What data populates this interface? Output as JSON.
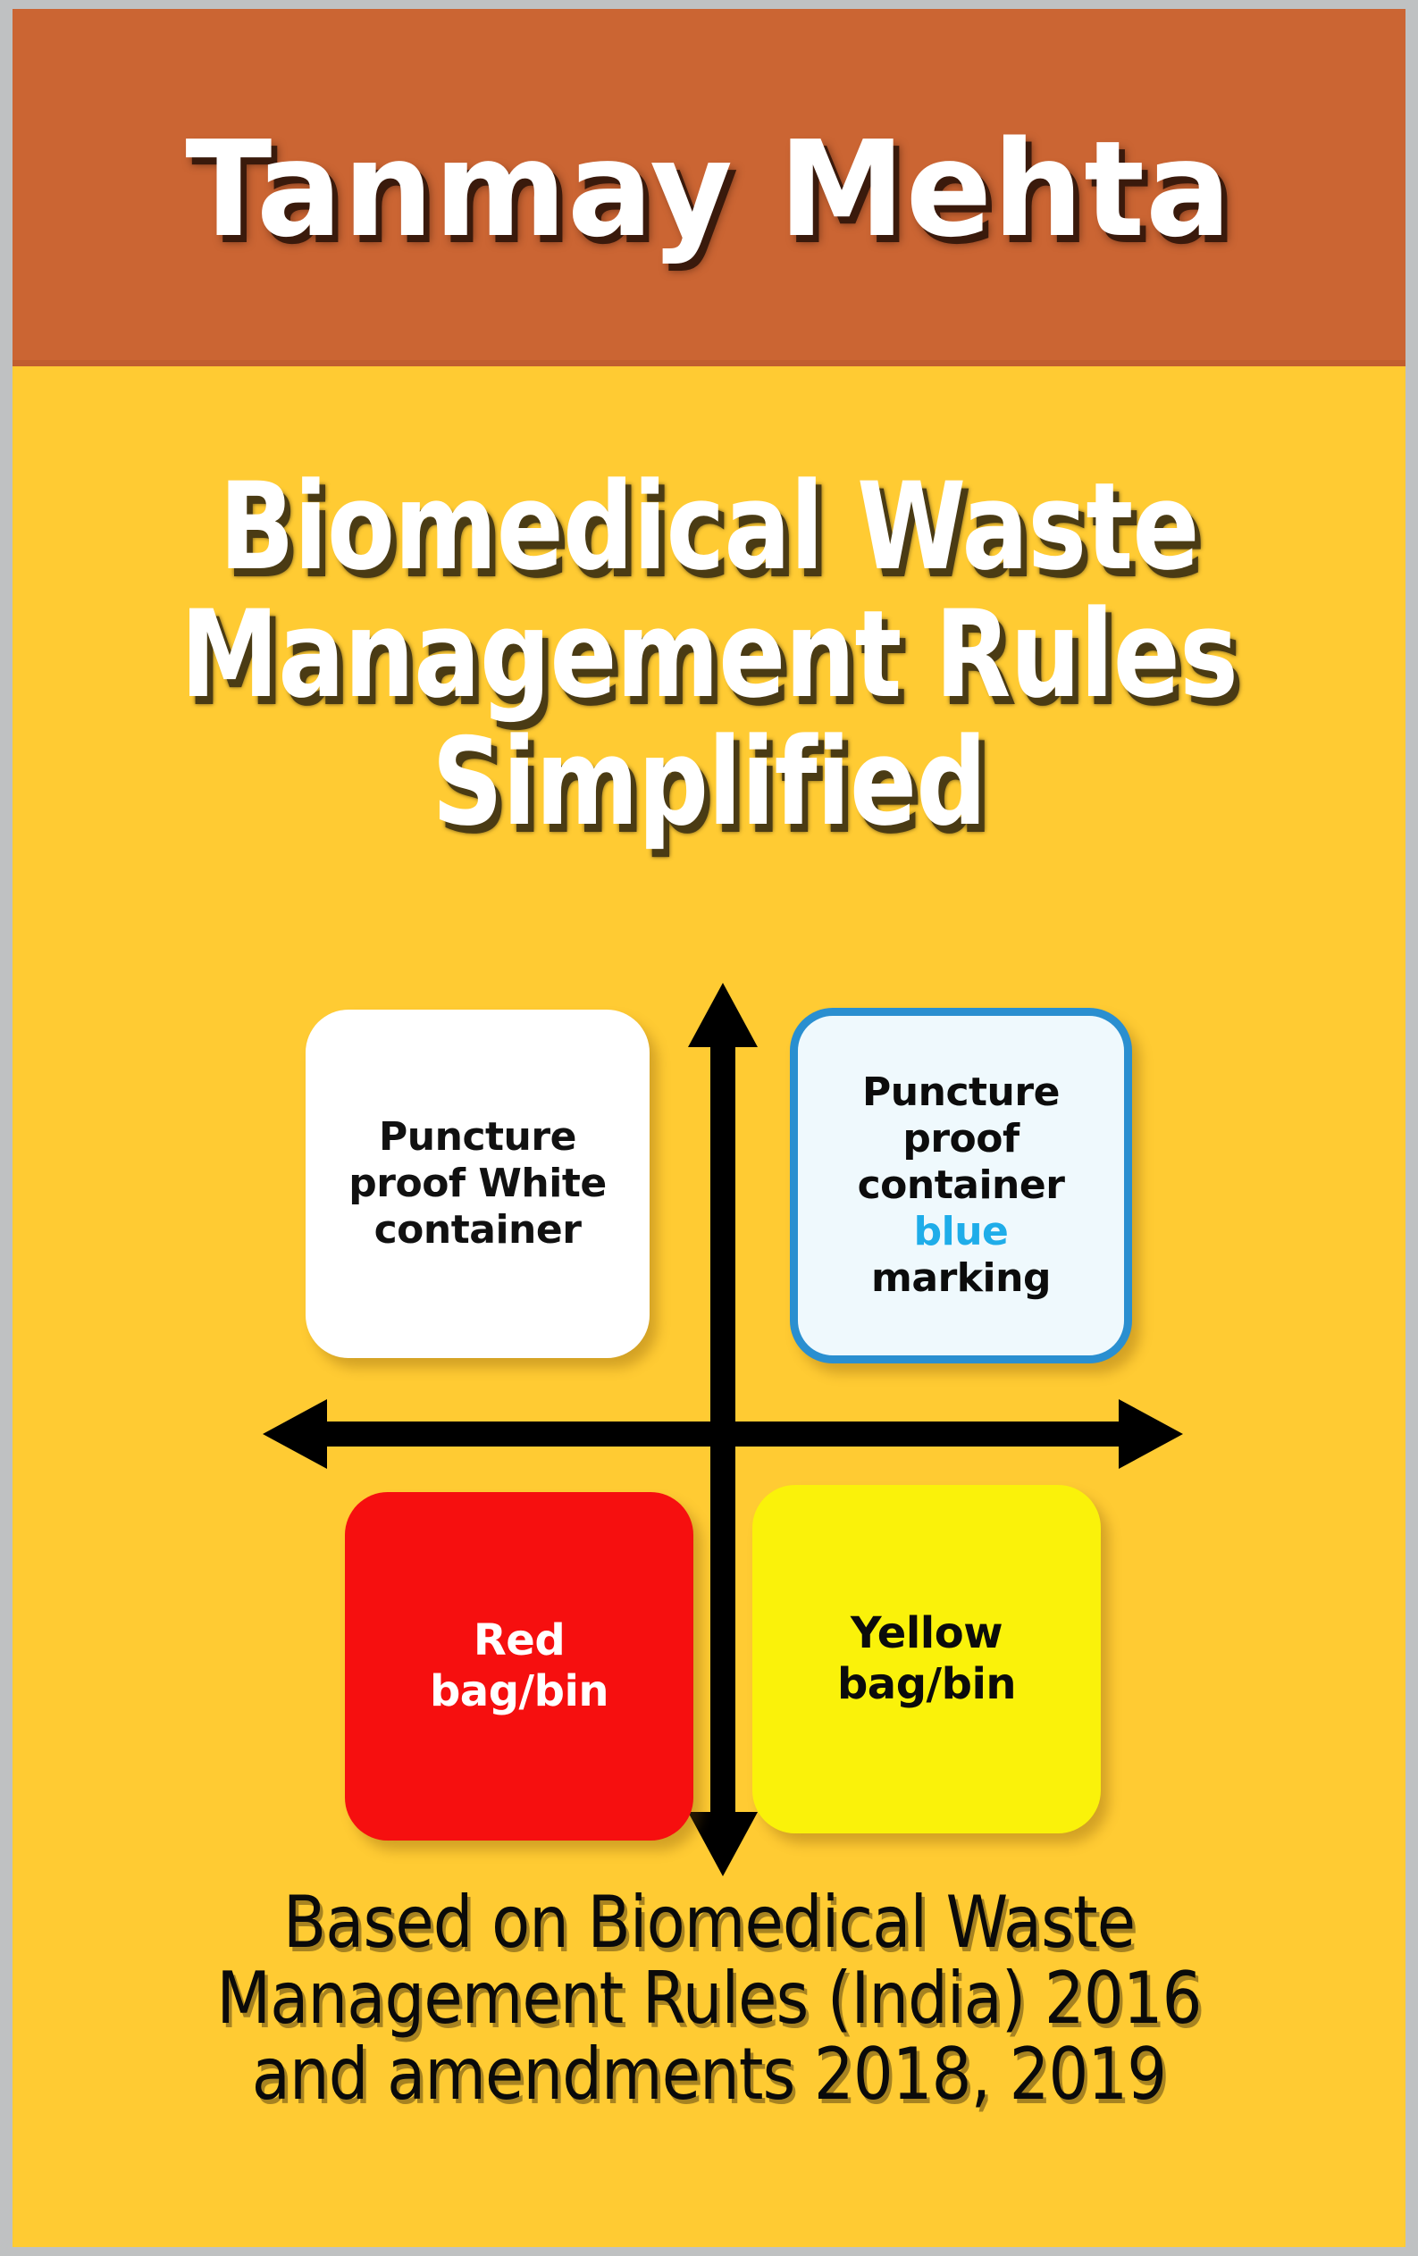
{
  "cover": {
    "frame_color": "#bfc1c2",
    "background_color": "#ffcb33",
    "banner_color": "#cb6533"
  },
  "author": {
    "name": "Tanmay Mehta"
  },
  "title": {
    "lines": [
      "Biomedical Waste",
      "Management Rules",
      "Simplified"
    ]
  },
  "diagram": {
    "axis": {
      "vertical_arrow": "double-headed-vertical-arrow",
      "horizontal_arrow": "double-headed-horizontal-arrow",
      "color": "#000000"
    },
    "quadrants": [
      {
        "position": "top-left",
        "fill": "#ffffff",
        "text_color": "#111111",
        "lines": [
          "Puncture",
          "proof White",
          "container"
        ]
      },
      {
        "position": "top-right",
        "fill": "#eff9fd",
        "border_color": "#2a8fd0",
        "text_color": "#0c0c0c",
        "highlight_color": "#1fade9",
        "lines": [
          "Puncture",
          "proof",
          "container"
        ],
        "highlight_word": "blue",
        "last_line": "marking"
      },
      {
        "position": "bottom-left",
        "fill": "#f60f0f",
        "text_color": "#ffffff",
        "lines": [
          "Red",
          "bag/bin"
        ]
      },
      {
        "position": "bottom-right",
        "fill": "#faf20a",
        "text_color": "#0b0b0b",
        "lines": [
          "Yellow",
          "bag/bin"
        ]
      }
    ]
  },
  "footer": {
    "lines": [
      "Based on Biomedical Waste",
      "Management Rules (India) 2016",
      "and amendments 2018, 2019"
    ]
  }
}
